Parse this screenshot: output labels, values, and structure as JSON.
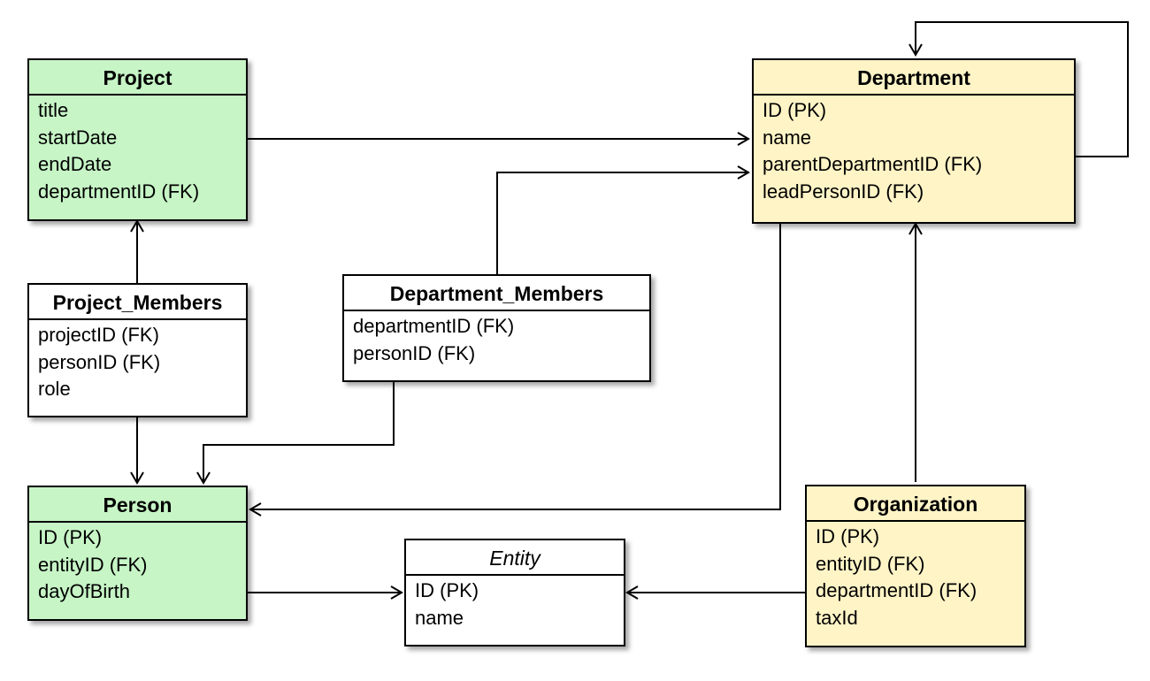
{
  "entities": {
    "project": {
      "title": "Project",
      "fields": [
        "title",
        "startDate",
        "endDate",
        "departmentID (FK)"
      ]
    },
    "department": {
      "title": "Department",
      "fields": [
        "ID (PK)",
        "name",
        "parentDepartmentID (FK)",
        "leadPersonID (FK)"
      ]
    },
    "project_members": {
      "title": "Project_Members",
      "fields": [
        "projectID (FK)",
        "personID (FK)",
        "role"
      ]
    },
    "department_members": {
      "title": "Department_Members",
      "fields": [
        "departmentID (FK)",
        "personID (FK)"
      ]
    },
    "person": {
      "title": "Person",
      "fields": [
        "ID (PK)",
        "entityID (FK)",
        "dayOfBirth"
      ]
    },
    "entity": {
      "title": "Entity",
      "fields": [
        "ID (PK)",
        "name"
      ]
    },
    "organization": {
      "title": "Organization",
      "fields": [
        "ID (PK)",
        "entityID (FK)",
        "departmentID (FK)",
        "taxId"
      ]
    }
  },
  "colors": {
    "core_entity_fill": "#c7f5c6",
    "org_entity_fill": "#fff4c6",
    "join_entity_fill": "#ffffff",
    "line": "#000000"
  }
}
